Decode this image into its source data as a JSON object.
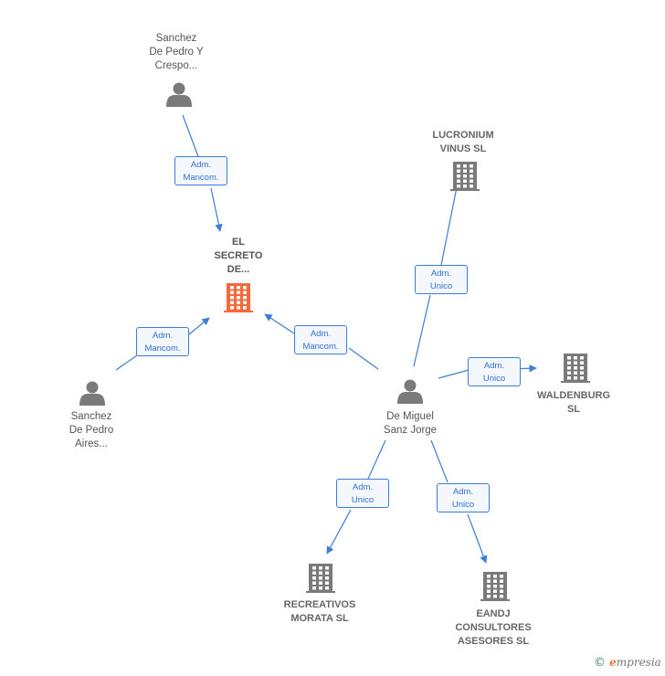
{
  "nodes": {
    "center": {
      "label_lines": [
        "EL",
        "SECRETO",
        "DE..."
      ],
      "kind": "company",
      "color": "#f26a3c"
    },
    "sanchez_crespo": {
      "label_lines": [
        "Sanchez",
        "De Pedro Y",
        "Crespo..."
      ],
      "kind": "person"
    },
    "sanchez_aires": {
      "label_lines": [
        "Sanchez",
        "De Pedro",
        "Aires..."
      ],
      "kind": "person"
    },
    "de_miguel": {
      "label_lines": [
        "De Miguel",
        "Sanz Jorge"
      ],
      "kind": "person"
    },
    "lucronium": {
      "label_lines": [
        "LUCRONIUM",
        "VINUS SL"
      ],
      "kind": "company"
    },
    "waldenburg": {
      "label_lines": [
        "WALDENBURG",
        "SL"
      ],
      "kind": "company"
    },
    "recreativos": {
      "label_lines": [
        "RECREATIVOS",
        "MORATA  SL"
      ],
      "kind": "company"
    },
    "eandj": {
      "label_lines": [
        "EANDJ",
        "CONSULTORES",
        "ASESORES  SL"
      ],
      "kind": "company"
    }
  },
  "edges": [
    {
      "from": "sanchez_crespo",
      "to": "center",
      "label_lines": [
        "Adm.",
        "Mancom."
      ]
    },
    {
      "from": "sanchez_aires",
      "to": "center",
      "label_lines": [
        "Adm.",
        "Mancom."
      ]
    },
    {
      "from": "de_miguel",
      "to": "center",
      "label_lines": [
        "Adm.",
        "Mancom."
      ]
    },
    {
      "from": "de_miguel",
      "to": "lucronium",
      "label_lines": [
        "Adm.",
        "Unico"
      ]
    },
    {
      "from": "de_miguel",
      "to": "waldenburg",
      "label_lines": [
        "Adm.",
        "Unico"
      ]
    },
    {
      "from": "de_miguel",
      "to": "recreativos",
      "label_lines": [
        "Adm.",
        "Unico"
      ]
    },
    {
      "from": "de_miguel",
      "to": "eandj",
      "label_lines": [
        "Adm.",
        "Unico"
      ]
    }
  ],
  "colors": {
    "edge": "#3b7dd8",
    "person_icon": "#7a7a7a",
    "company_icon": "#7a7a7a",
    "focus_icon": "#f26a3c"
  },
  "footer": {
    "copyright_symbol": "©",
    "brand_first": "e",
    "brand_rest": "mpresia"
  }
}
